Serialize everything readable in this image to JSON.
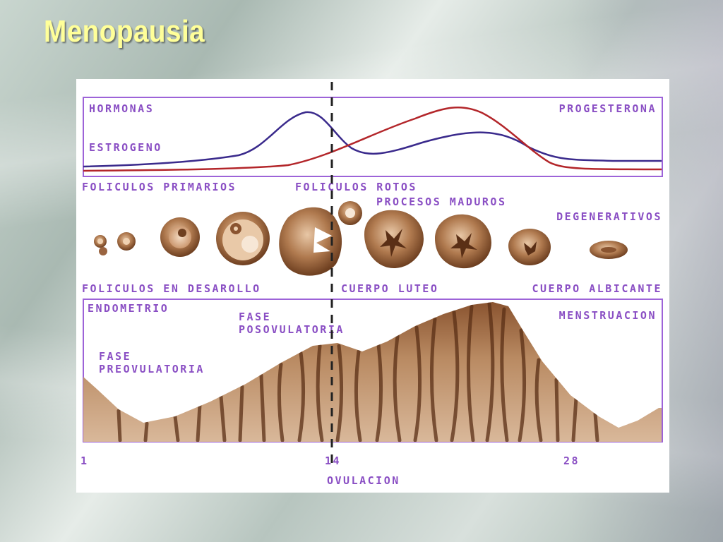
{
  "slide": {
    "title": "Menopausia"
  },
  "colors": {
    "label": "#8a4fc4",
    "frame": "#9d63d8",
    "estrogen": "#3a2a8c",
    "progesterone": "#b3262a",
    "tissue": "#b07a4f",
    "tissue_dark": "#6e3f20",
    "title": "#ffff99"
  },
  "diagram": {
    "hormones": {
      "section_label": "HORMONAS",
      "estrogen_label": "ESTROGENO",
      "progesterone_label": "PROGESTERONA"
    },
    "follicles": {
      "primary_label": "FOLICULOS PRIMARIOS",
      "ruptured_label": "FOLICULOS ROTOS",
      "mature_label": "PROCESOS MADUROS",
      "degenerative_label": "DEGENERATIVOS",
      "developing_label": "FOLICULOS EN DESAROLLO",
      "luteum_label": "CUERPO LUTEO",
      "albicans_label": "CUERPO ALBICANTE"
    },
    "endometrium": {
      "section_label": "ENDOMETRIO",
      "post_phase_line1": "FASE",
      "post_phase_line2": "POSOVULATORIA",
      "pre_phase_line1": "FASE",
      "pre_phase_line2": "PREOVULATORIA",
      "menstruation_label": "MENSTRUACION"
    },
    "axis": {
      "day_start": "1",
      "day_mid": "14",
      "day_end": "28",
      "ovulation_label": "OVULACION"
    }
  }
}
